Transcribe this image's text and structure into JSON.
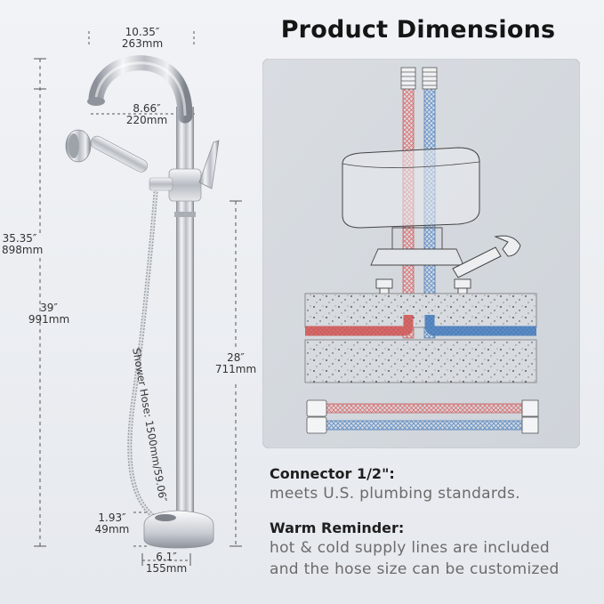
{
  "title": "Product Dimensions",
  "dims": {
    "spout_width": {
      "in": "10.35″",
      "mm": "263mm"
    },
    "spout_reach": {
      "in": "8.66″",
      "mm": "220mm"
    },
    "spout_height": {
      "in": "35.35″",
      "mm": "898mm"
    },
    "total_height": {
      "in": "39″",
      "mm": "991mm"
    },
    "handle_height": {
      "in": "28″",
      "mm": "711mm"
    },
    "base_height": {
      "in": "1.93″",
      "mm": "49mm"
    },
    "base_width": {
      "in": "6.1″",
      "mm": "155mm"
    }
  },
  "hose_label": "Shower Hose: 1500mm/59.06″",
  "info": {
    "connector_heading": "Connector 1/2\":",
    "connector_text": "meets U.S. plumbing standards.",
    "reminder_heading": "Warm Reminder:",
    "reminder_line1": "hot & cold supply lines are included",
    "reminder_line2": "and the hose size can be customized"
  },
  "colors": {
    "hot_line": "#e88a8a",
    "cold_line": "#7ea7d6",
    "chrome": "#c8ccd2"
  }
}
